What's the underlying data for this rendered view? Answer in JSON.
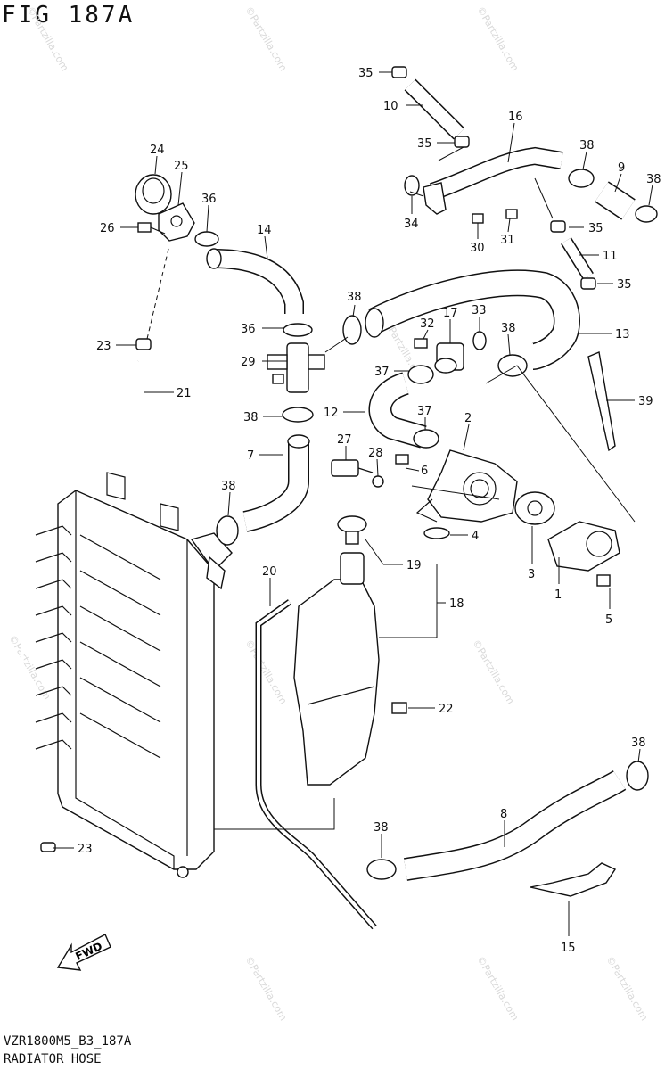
{
  "header": {
    "figure_title": "FIG 187A"
  },
  "footer": {
    "code": "VZR1800M5_B3_187A",
    "name": "RADIATOR HOSE"
  },
  "fwd_label": "FWD",
  "watermark": "©Partzilla.com",
  "callouts": {
    "c35a": "35",
    "c10": "10",
    "c35b": "35",
    "c16": "16",
    "c38a": "38",
    "c9": "9",
    "c38b": "38",
    "c24": "24",
    "c25": "25",
    "c36a": "36",
    "c26": "26",
    "c14": "14",
    "c34": "34",
    "c30": "30",
    "c31": "31",
    "c35c": "35",
    "c11": "11",
    "c35d": "35",
    "c38c": "38",
    "c13": "13",
    "c32": "32",
    "c17": "17",
    "c33": "33",
    "c38d": "38",
    "c36b": "36",
    "c23a": "23",
    "c29": "29",
    "c37a": "37",
    "c21": "21",
    "c39": "39",
    "c12": "12",
    "c37b": "37",
    "c2": "2",
    "c38e": "38",
    "c27": "27",
    "c28": "28",
    "c6": "6",
    "c7": "7",
    "c38f": "38",
    "c4": "4",
    "c19": "19",
    "c3": "3",
    "c1": "1",
    "c5": "5",
    "c20": "20",
    "c18": "18",
    "c22": "22",
    "c38g": "38",
    "c8": "8",
    "c38h": "38",
    "c23b": "23",
    "c15": "15"
  }
}
